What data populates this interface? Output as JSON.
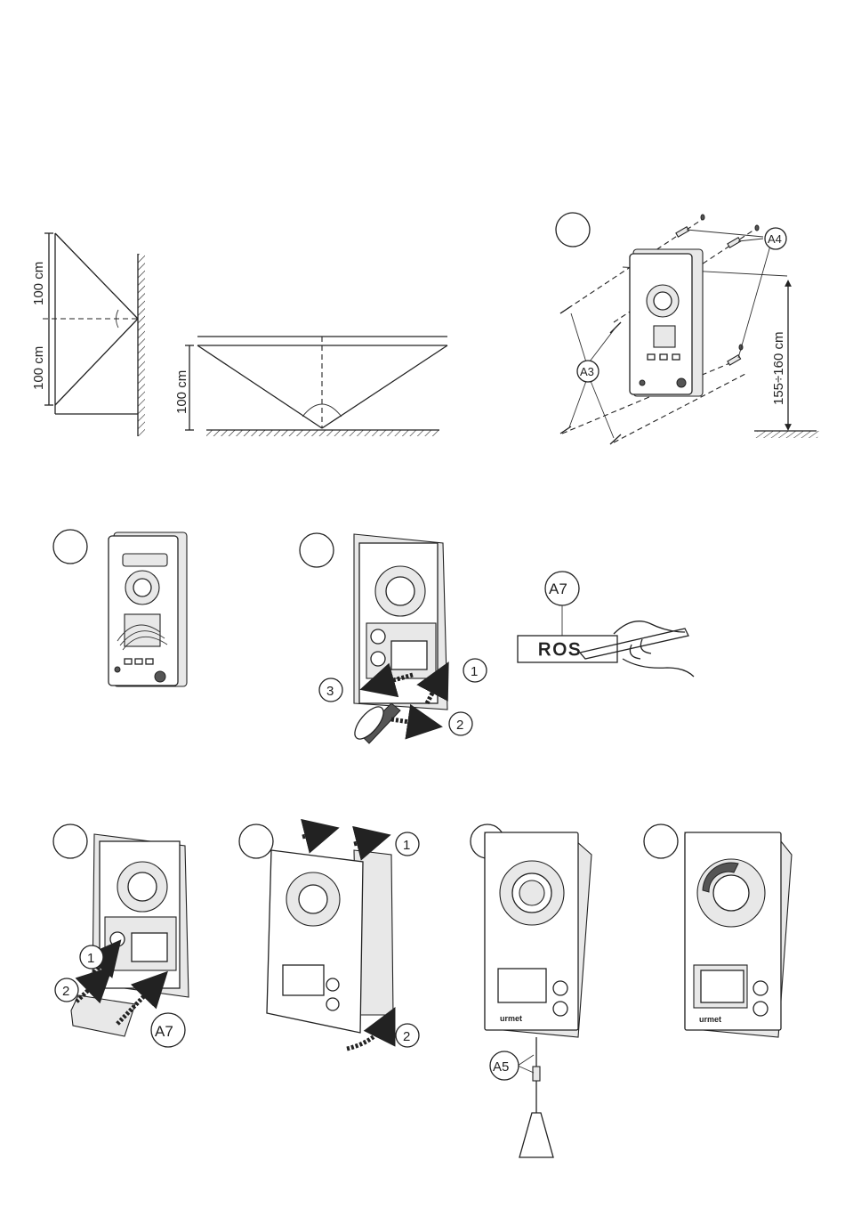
{
  "viewing_angles": {
    "vertical": {
      "upper_label": "100 cm",
      "lower_label": "100 cm"
    },
    "horizontal": {
      "height_label": "100 cm"
    }
  },
  "step_wall_mounting": {
    "anchor_label": "A4",
    "screw_label": "A3",
    "height_label": "155÷160 cm"
  },
  "step_wiring": {},
  "step_open_module": {
    "numbers": [
      "1",
      "2",
      "3"
    ]
  },
  "step_label_writing": {
    "label_ref": "A7",
    "sample_text": "ROS"
  },
  "step_insert_label": {
    "numbers": [
      "1",
      "2"
    ],
    "label_ref": "A7"
  },
  "step_mount_front": {
    "numbers": [
      "1",
      "2"
    ]
  },
  "step_fix_screw": {
    "screw_label": "A5"
  },
  "step_finished": {},
  "brand_mark": "urmet"
}
